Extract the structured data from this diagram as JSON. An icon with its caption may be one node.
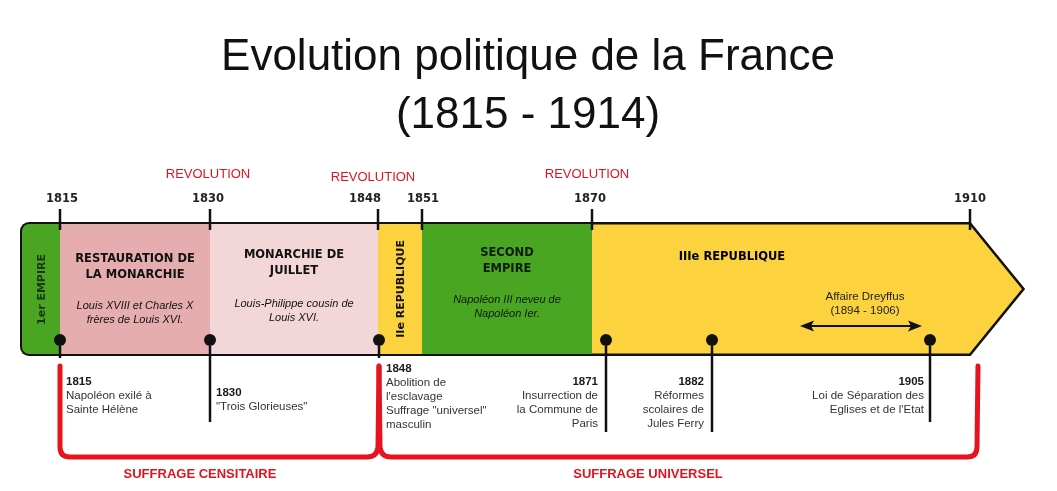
{
  "diagram": {
    "title": "Evolution politique de la France (1815 - 1914)",
    "nodes": [
      {
        "text": [
          "1er EMPIRE"
        ]
      },
      {
        "text": [
          "RESTAURATION DE LA MONARCHIE",
          "Louis XVIII et Charles X frères de Louis XVI."
        ]
      },
      {
        "text": [
          "MONARCHIE DE JUILLET",
          "Louis-Philippe cousin de Louis XVI."
        ]
      },
      {
        "text": [
          "IIe REPUBLIQUE"
        ]
      },
      {
        "text": [
          "SECOND EMPIRE",
          "Napoléon III neveu de Napoléon Ier."
        ]
      },
      {
        "text": [
          "IIIe REPUBLIQUE",
          "Affaire Dreyffus (1894 - 1906)"
        ]
      },
      {
        "text": [],
        "shape": "circle"
      },
      {
        "text": [],
        "shape": "circle"
      },
      {
        "text": [],
        "shape": "circle"
      },
      {
        "text": [],
        "shape": "circle",
        "in": 5
      },
      {
        "text": [],
        "shape": "circle",
        "in": 5
      },
      {
        "text": [],
        "shape": "circle",
        "in": 5
      },
      {
        "text": [
          "1815",
          "Napoléon exilé à Sainte Hélène"
        ]
      },
      {
        "text": [
          "1830",
          "\"Trois Glorieuses\""
        ]
      },
      {
        "text": [
          "1848",
          "Abolition de l'esclavage",
          "Suffrage \"universel\" masculin"
        ]
      },
      {
        "text": [
          "1871",
          "Insurrection de la Commune de Paris"
        ]
      },
      {
        "text": [
          "1882",
          "Réformes scolaires de Jules Ferry"
        ]
      },
      {
        "text": [
          "1905",
          "Loi de Séparation des Eglises et de l'Etat"
        ]
      }
    ],
    "edges": [
      {
        "from": 12,
        "to": 6,
        "arrow": "none"
      },
      {
        "from": 13,
        "to": 7,
        "arrow": "none"
      },
      {
        "from": 14,
        "to": 8,
        "arrow": "none"
      },
      {
        "from": 15,
        "to": 9,
        "arrow": "none"
      },
      {
        "from": 16,
        "to": 10,
        "arrow": "none"
      },
      {
        "from": 17,
        "to": 11,
        "arrow": "none"
      }
    ],
    "labels": [
      "REVOLUTION",
      "REVOLUTION",
      "REVOLUTION",
      "1815",
      "1830",
      "1848",
      "1851",
      "1870",
      "1910",
      "SUFFRAGE CENSITAIRE",
      "SUFFRAGE UNIVERSEL"
    ]
  }
}
